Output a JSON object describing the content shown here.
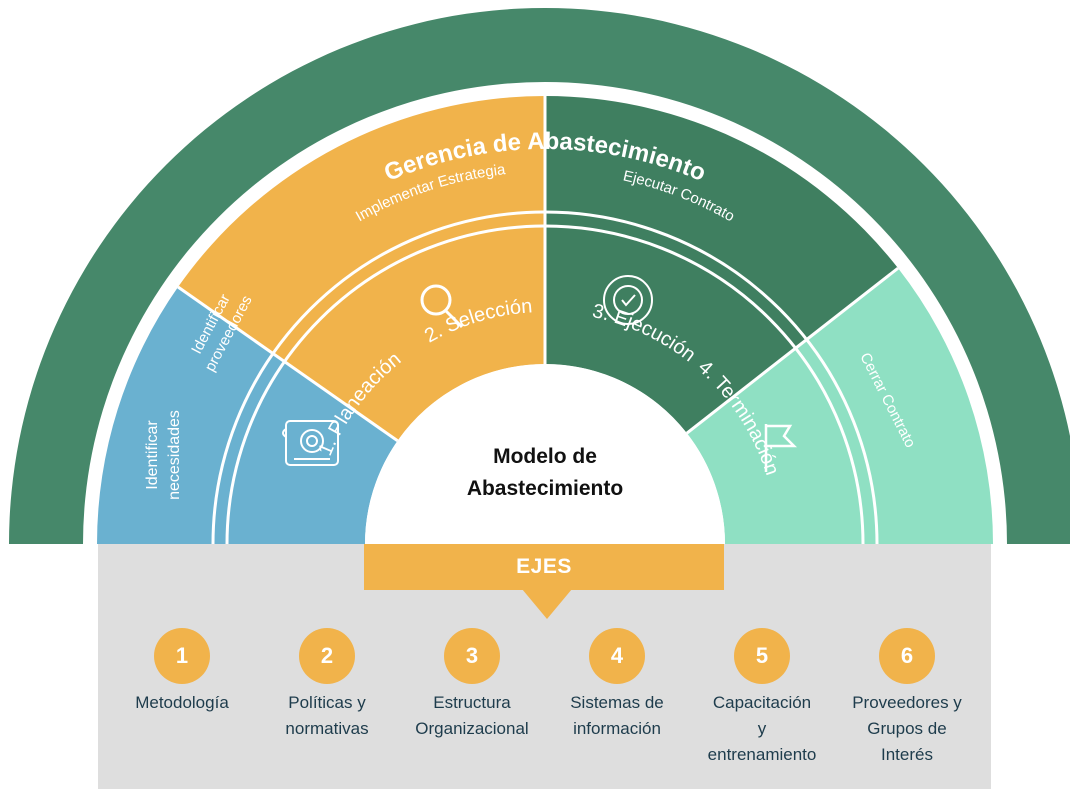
{
  "outer_title": "Gerencia de Abastecimiento",
  "hub_title_line1": "Modelo de",
  "hub_title_line2": "Abastecimiento",
  "phases": {
    "p1": "1. Planeación",
    "p2": "2. Selección",
    "p3": "3. Ejecución",
    "p4": "4. Terminación"
  },
  "activities": {
    "a1_line1": "Identificar",
    "a1_line2": "necesidades",
    "a2_line1": "Identificar",
    "a2_line2": "proveedores",
    "a3": "Implementar Estrategia",
    "a4": "Ejecutar Contrato",
    "a5": "Cerrar Contrato"
  },
  "ejes_label": "EJES",
  "axes": [
    {
      "num": "1",
      "line1": "Metodología",
      "line2": "",
      "line3": ""
    },
    {
      "num": "2",
      "line1": "Políticas y",
      "line2": "normativas",
      "line3": ""
    },
    {
      "num": "3",
      "line1": "Estructura",
      "line2": "Organizacional",
      "line3": ""
    },
    {
      "num": "4",
      "line1": "Sistemas de",
      "line2": "información",
      "line3": ""
    },
    {
      "num": "5",
      "line1": "Capacitación",
      "line2": "y",
      "line3": "entrenamiento"
    },
    {
      "num": "6",
      "line1": "Proveedores y",
      "line2": "Grupos de",
      "line3": "Interés"
    }
  ],
  "colors": {
    "dark_green": "#46886a",
    "blue": "#6ab1d0",
    "orange": "#f1b34b",
    "mid_green": "#3f7f60",
    "mint": "#8fe0c3",
    "panel_gray": "#dedede",
    "text_dark": "#1e3c4c"
  }
}
